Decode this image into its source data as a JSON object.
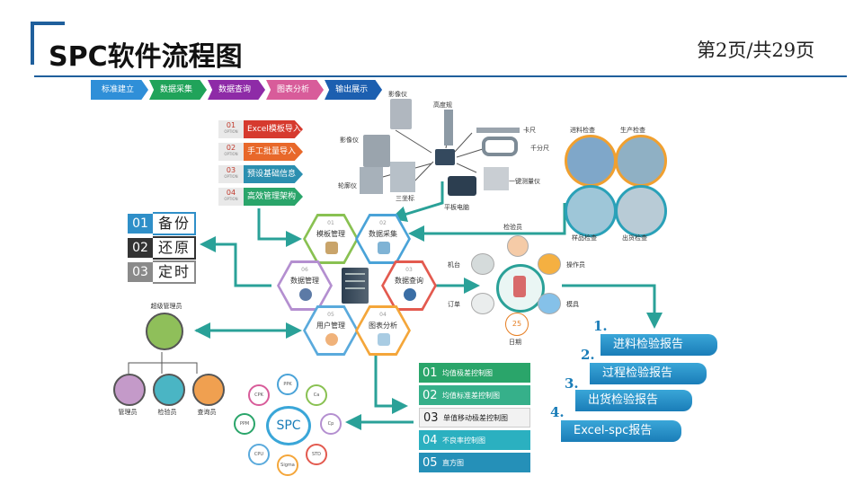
{
  "header": {
    "title": "SPC软件流程图",
    "page": "第2页/共29页"
  },
  "steps": [
    {
      "label": "标准建立",
      "color": "#2f8fd8"
    },
    {
      "label": "数据采集",
      "color": "#20a35a"
    },
    {
      "label": "数据查询",
      "color": "#8e2ba7"
    },
    {
      "label": "图表分析",
      "color": "#d85c9a"
    },
    {
      "label": "输出展示",
      "color": "#1c5fb0"
    }
  ],
  "options": [
    {
      "num": "01",
      "tag": "OPTION",
      "label": "Excel模板导入",
      "color": "#d63a2e"
    },
    {
      "num": "02",
      "tag": "OPTION",
      "label": "手工批量导入",
      "color": "#e8682a"
    },
    {
      "num": "03",
      "tag": "OPTION",
      "label": "预设基础信息",
      "color": "#2b8fb0"
    },
    {
      "num": "04",
      "tag": "OPTION",
      "label": "高效管理架构",
      "color": "#2aa56a"
    }
  ],
  "backup": [
    {
      "num": "01",
      "label": "备份",
      "color": "#2f8fc8"
    },
    {
      "num": "02",
      "label": "还原",
      "color": "#333333"
    },
    {
      "num": "03",
      "label": "定时",
      "color": "#8a8a8a"
    }
  ],
  "hexes": [
    {
      "num": "01",
      "label": "模板管理",
      "color": "#89c152"
    },
    {
      "num": "02",
      "label": "数据采集",
      "color": "#4aa3d8"
    },
    {
      "num": "06",
      "label": "数据管理",
      "color": "#b48fd0"
    },
    {
      "num": "03",
      "label": "数据查询",
      "color": "#e35a4f"
    },
    {
      "num": "05",
      "label": "用户管理",
      "color": "#5aaadc"
    },
    {
      "num": "04",
      "label": "图表分析",
      "color": "#f4a63a"
    }
  ],
  "devices": {
    "image_meter_top": "影像仪",
    "height_gauge": "高度规",
    "image_meter_left": "影像仪",
    "caliper": "卡尺",
    "micrometer": "千分尺",
    "profiler": "轮廓仪",
    "cmm": "三坐标",
    "tablet": "平板电脑",
    "one_key": "一键测量仪"
  },
  "inspections": {
    "incoming": "进料检查",
    "production": "生产检查",
    "sample": "样品检查",
    "shipping": "出货检查"
  },
  "factors": {
    "inspector": "检验员",
    "machine": "机台",
    "operator": "操作员",
    "order": "订单",
    "mold": "模具",
    "date": "日期",
    "calendar_day": "25"
  },
  "users": {
    "super_admin": "超级管理员",
    "manager": "管理员",
    "inspector": "检验员",
    "viewer": "查询员"
  },
  "spc": {
    "center": "SPC",
    "nodes": [
      "PPK",
      "Ca",
      "Cp",
      "STD",
      "Sigma",
      "CPU",
      "PPM",
      "CPK"
    ]
  },
  "charts": [
    {
      "num": "01",
      "label": "均值极差控制图",
      "color": "#2aa56a"
    },
    {
      "num": "02",
      "label": "均值标准差控制图",
      "color": "#36b08a"
    },
    {
      "num": "03",
      "label": "单值移动极差控制图",
      "color": "#f2f2f2"
    },
    {
      "num": "04",
      "label": "不良率控制图",
      "color": "#2bb0c0"
    },
    {
      "num": "05",
      "label": "直方图",
      "color": "#2590b8"
    }
  ],
  "reports": [
    {
      "num": "1.",
      "label": "进料检验报告"
    },
    {
      "num": "2.",
      "label": "过程检验报告"
    },
    {
      "num": "3.",
      "label": "出货检验报告"
    },
    {
      "num": "4.",
      "label": "Excel-spc报告"
    }
  ]
}
